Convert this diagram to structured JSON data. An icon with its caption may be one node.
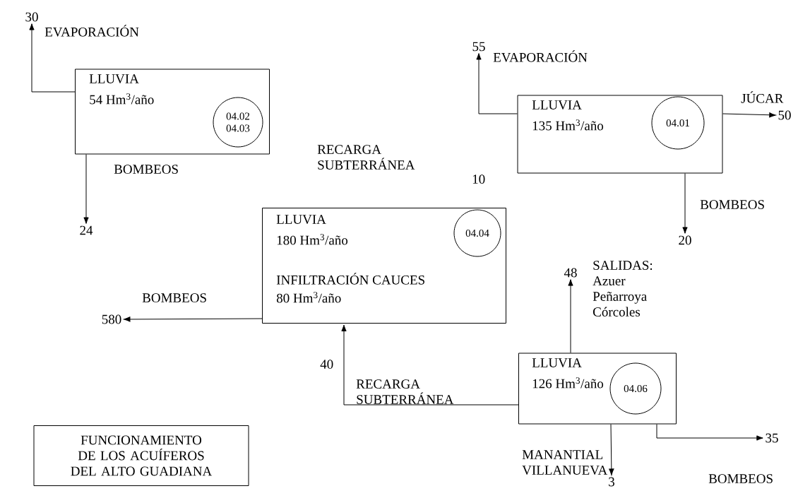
{
  "diagram": {
    "nodes": [
      {
        "text": [
          "LLUVIA",
          "54 Hm$^{3}$/año"
        ]
      },
      {
        "text": [
          "04.02 04.03"
        ],
        "in": 0
      },
      {
        "text": [
          "LLUVIA",
          "135 Hm$^{3}$/año"
        ]
      },
      {
        "text": [
          "04.01"
        ],
        "in": 2
      },
      {
        "text": [
          "LLUVIA",
          "180 Hm$^{3}$/año",
          "INFILTRACIÓN CAUCES",
          "80 Hm$^{3}$/año"
        ]
      },
      {
        "text": [
          "04.04"
        ],
        "in": 4
      },
      {
        "text": [
          "LLUVIA",
          "126 Hm$^{3}$/año"
        ]
      },
      {
        "text": [
          "04.06"
        ],
        "in": 6
      },
      {
        "text": [
          "FUNCIONAMIENTO DE LOS ACUÍFEROS DEL ALTO GUADIANA"
        ]
      },
      {
        "text": [
          "30"
        ]
      },
      {
        "text": [
          "24"
        ]
      },
      {
        "text": [
          "55"
        ]
      },
      {
        "text": [
          "50"
        ]
      },
      {
        "text": [
          "20"
        ]
      },
      {
        "text": [
          "580"
        ]
      },
      {
        "text": [
          "48"
        ]
      },
      {
        "text": [
          "3"
        ]
      },
      {
        "text": [
          "35"
        ]
      }
    ],
    "edges": [
      {
        "from": 0,
        "to": 9,
        "arrow": "to",
        "label": "EVAPORACIÓN"
      },
      {
        "from": 0,
        "to": 10,
        "arrow": "to",
        "label": "BOMBEOS"
      },
      {
        "from": 2,
        "to": 11,
        "arrow": "to",
        "label": "EVAPORACIÓN"
      },
      {
        "from": 2,
        "to": 12,
        "arrow": "to",
        "label": "JÚCAR"
      },
      {
        "from": 2,
        "to": 13,
        "arrow": "to",
        "label": "BOMBEOS"
      },
      {
        "from": 4,
        "to": 14,
        "arrow": "to",
        "label": "BOMBEOS"
      },
      {
        "from": 6,
        "to": 15,
        "arrow": "to",
        "label": "SALIDAS: Azuer Peñarroya Córcoles"
      },
      {
        "from": 6,
        "to": 4,
        "arrow": "to",
        "label": "RECARGA SUBTERRÁNEA"
      },
      {
        "from": 6,
        "to": 16,
        "arrow": "to",
        "label": "MANANTIAL VILLANUEVA"
      },
      {
        "from": 6,
        "to": 17,
        "arrow": "to",
        "label": "BOMBEOS"
      }
    ],
    "labels": [
      "RECARGA SUBTERRÁNEA",
      "10",
      "40"
    ]
  }
}
